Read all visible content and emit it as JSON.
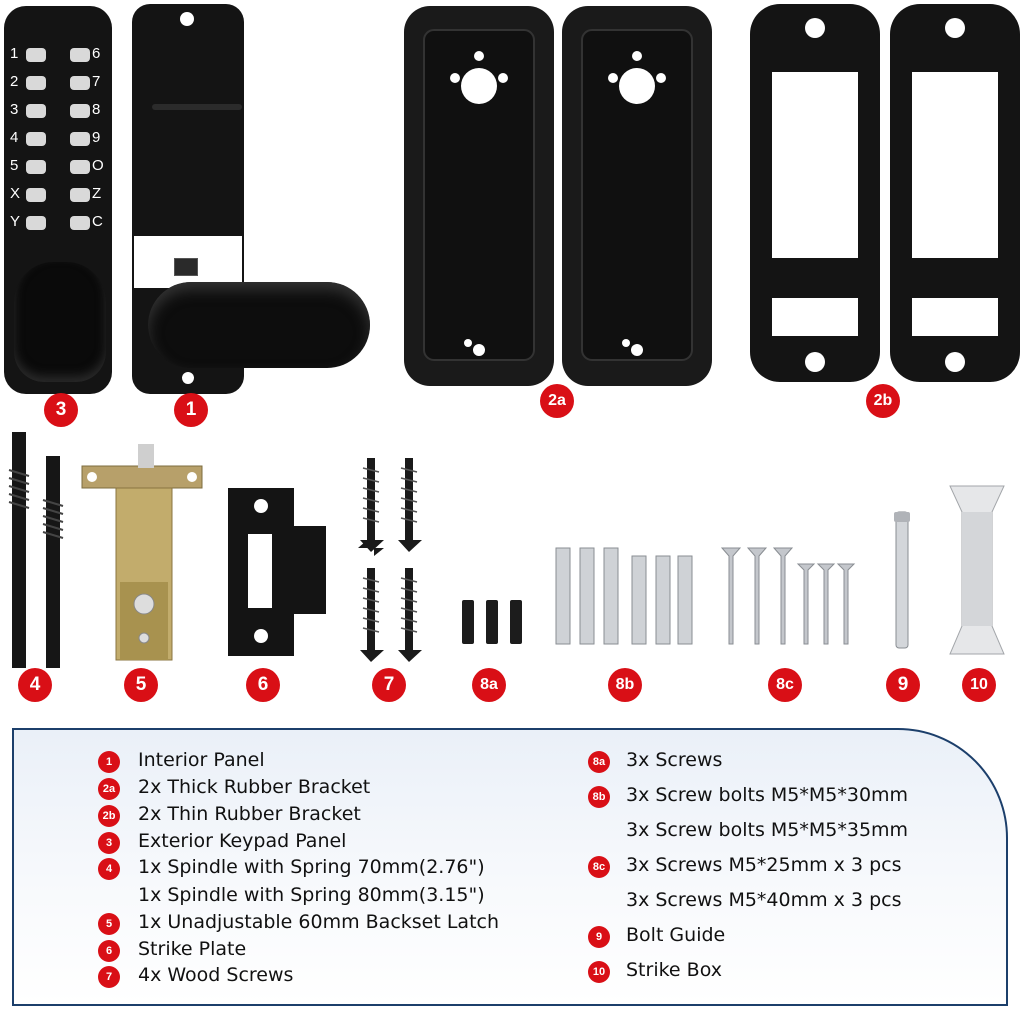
{
  "keypad": {
    "left_keys": [
      "1",
      "2",
      "3",
      "4",
      "5",
      "X",
      "Y"
    ],
    "right_keys": [
      "6",
      "7",
      "8",
      "9",
      "O",
      "Z",
      "C"
    ]
  },
  "parts": [
    {
      "id": "3",
      "label": "3"
    },
    {
      "id": "1",
      "label": "1"
    },
    {
      "id": "2a",
      "label": "2a"
    },
    {
      "id": "2b",
      "label": "2b"
    },
    {
      "id": "4",
      "label": "4"
    },
    {
      "id": "5",
      "label": "5"
    },
    {
      "id": "6",
      "label": "6"
    },
    {
      "id": "7",
      "label": "7"
    },
    {
      "id": "8a",
      "label": "8a"
    },
    {
      "id": "8b",
      "label": "8b"
    },
    {
      "id": "8c",
      "label": "8c"
    },
    {
      "id": "9",
      "label": "9"
    },
    {
      "id": "10",
      "label": "10"
    }
  ],
  "legend": {
    "left": [
      {
        "badge": "1",
        "lines": [
          "Interior Panel"
        ]
      },
      {
        "badge": "2a",
        "lines": [
          "2x Thick Rubber Bracket"
        ]
      },
      {
        "badge": "2b",
        "lines": [
          "2x Thin Rubber Bracket"
        ]
      },
      {
        "badge": "3",
        "lines": [
          "Exterior Keypad Panel"
        ]
      },
      {
        "badge": "4",
        "lines": [
          "1x Spindle with Spring 70mm(2.76\")",
          "1x Spindle with Spring 80mm(3.15\")"
        ]
      },
      {
        "badge": "5",
        "lines": [
          "1x Unadjustable 60mm Backset Latch"
        ]
      },
      {
        "badge": "6",
        "lines": [
          "Strike Plate"
        ]
      },
      {
        "badge": "7",
        "lines": [
          "4x Wood Screws"
        ]
      }
    ],
    "right": [
      {
        "badge": "8a",
        "lines": [
          "3x Screws"
        ]
      },
      {
        "badge": "8b",
        "lines": [
          "3x Screw bolts M5*M5*30mm",
          "3x Screw bolts M5*M5*35mm"
        ]
      },
      {
        "badge": "8c",
        "lines": [
          "3x Screws M5*25mm x 3 pcs",
          "3x Screws M5*40mm x 3 pcs"
        ]
      },
      {
        "badge": "9",
        "lines": [
          "Bolt Guide"
        ]
      },
      {
        "badge": "10",
        "lines": [
          "Strike Box"
        ]
      }
    ]
  },
  "colors": {
    "badge": "#d90f16",
    "frame": "#1c3f6b",
    "part": "#151515"
  }
}
